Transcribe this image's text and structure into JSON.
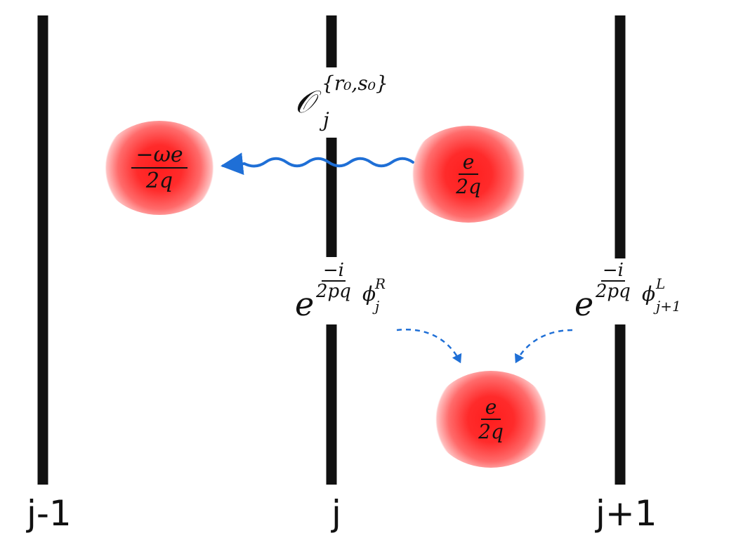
{
  "wires": [
    {
      "id": "left",
      "label": "j-1"
    },
    {
      "id": "mid",
      "label": "j"
    },
    {
      "id": "right",
      "label": "j+1"
    }
  ],
  "operator": {
    "symbol": "𝒪",
    "superscript": "{r₀,s₀}",
    "subscript": "j"
  },
  "blobs": [
    {
      "id": "left-blob",
      "numerator": "−ωe",
      "denominator": "2q"
    },
    {
      "id": "right-blob",
      "numerator": "e",
      "denominator": "2q"
    },
    {
      "id": "bottom-blob",
      "numerator": "e",
      "denominator": "2q"
    }
  ],
  "exponentials": [
    {
      "id": "exp-right-j",
      "base": "e",
      "numerator": "−i",
      "denominator": "2pq",
      "phi": "ϕ",
      "superscript": "R",
      "subscript": "j"
    },
    {
      "id": "exp-left-j1",
      "base": "e",
      "numerator": "−i",
      "denominator": "2pq",
      "phi": "ϕ",
      "superscript": "L",
      "subscript": "j+1"
    }
  ],
  "colors": {
    "wire": "#111111",
    "wavy_arrow": "#1f6fd6",
    "dashed_arrow": "#1f6fd6",
    "blob": "#ff2020"
  }
}
